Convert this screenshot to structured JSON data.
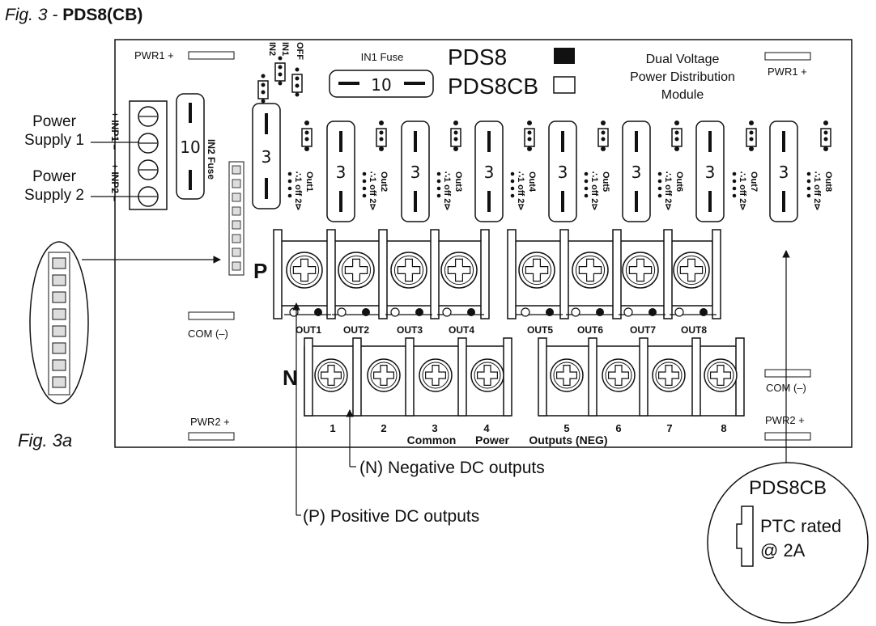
{
  "figure": {
    "caption_prefix": "Fig. 3 - ",
    "caption_model": "PDS8(CB)",
    "sub_caption": "Fig. 3a"
  },
  "board": {
    "model_pds8": "PDS8",
    "model_pds8cb": "PDS8CB",
    "title_lines": [
      "Dual Voltage",
      "Power Distribution",
      "Module"
    ],
    "in1_fuse_label": "IN1 Fuse",
    "in1_fuse_value": "10",
    "in2_fuse_label": "IN2 Fuse",
    "in2_fuse_value": "10",
    "pwr1_left": "PWR1 +",
    "pwr1_right": "PWR1 +",
    "pwr2_left": "PWR2 +",
    "pwr2_right": "PWR2 +",
    "com_left": "COM (–)",
    "com_right": "COM (–)",
    "input_jumper_labels": [
      "IN2",
      "IN1",
      "OFF"
    ],
    "input_terminal_labels": [
      "+ INP1 –",
      "+ INP2 –"
    ],
    "power_supply_1": [
      "Power",
      "Supply 1"
    ],
    "power_supply_2": [
      "Power",
      "Supply 2"
    ],
    "output_fuse_value": "3",
    "outputs": [
      {
        "jumper": "Out1",
        "terminal": "OUT1",
        "neg": "1"
      },
      {
        "jumper": "Out2",
        "terminal": "OUT2",
        "neg": "2"
      },
      {
        "jumper": "Out3",
        "terminal": "OUT3",
        "neg": "3"
      },
      {
        "jumper": "Out4",
        "terminal": "OUT4",
        "neg": "4"
      },
      {
        "jumper": "Out5",
        "terminal": "OUT5",
        "neg": "5"
      },
      {
        "jumper": "Out6",
        "terminal": "OUT6",
        "neg": "6"
      },
      {
        "jumper": "Out7",
        "terminal": "OUT7",
        "neg": "7"
      },
      {
        "jumper": "Out8",
        "terminal": "OUT8",
        "neg": "8"
      }
    ],
    "jumper_options": "∴1 off 2⊳",
    "p_row_label": "P",
    "n_row_label": "N",
    "neg_caption": [
      "Common",
      "Power",
      "Outputs (NEG)"
    ]
  },
  "callouts": {
    "negative": "(N) Negative DC outputs",
    "positive": "(P) Positive DC outputs"
  },
  "ptc": {
    "title": "PDS8CB",
    "text_lines": [
      "PTC rated",
      "@ 2A"
    ]
  }
}
